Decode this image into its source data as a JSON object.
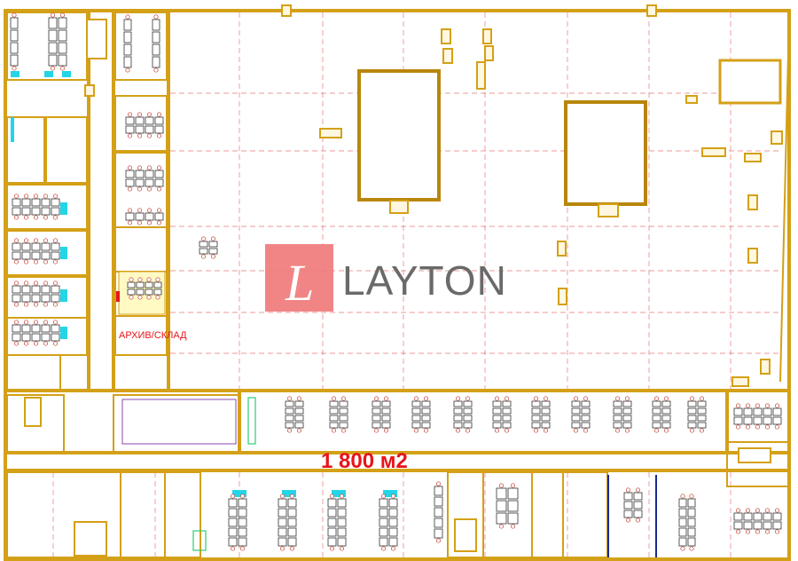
{
  "brand": {
    "name": "LAYTON",
    "mark_letter": "L"
  },
  "labels": {
    "area": "1 800 м2",
    "archive": "АРХИВ/СКЛАД"
  },
  "colors": {
    "walls": "#d4a017",
    "grid": "#e04a4a",
    "accent_text": "#e8141b",
    "logo_block": "#f07b7b",
    "cyan": "#23d5e6",
    "logo_text": "#6a6a6a"
  }
}
